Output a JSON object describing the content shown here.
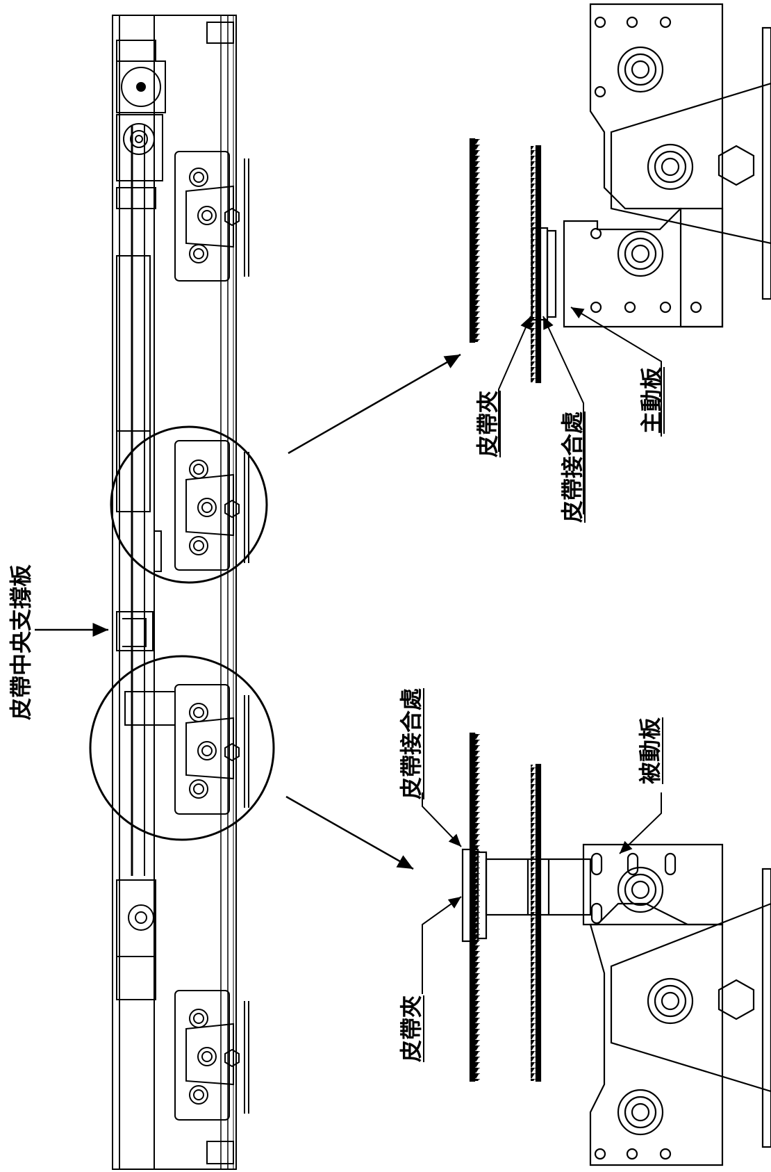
{
  "labels": {
    "center_support": "皮帶中央支撐板",
    "belt_clip_top": "皮帶夾",
    "belt_joint_top": "皮帶接合處",
    "drive_plate": "主動板",
    "belt_joint_bottom": "皮帶接合處",
    "driven_plate": "被動板",
    "belt_clip_bottom": "皮帶夾"
  },
  "icons": {
    "motor": "motor-icon",
    "pulley": "pulley-icon",
    "roller": "roller-icon",
    "hex_nut": "hex-nut-icon"
  },
  "colors": {
    "line": "#000000",
    "background": "#ffffff"
  }
}
